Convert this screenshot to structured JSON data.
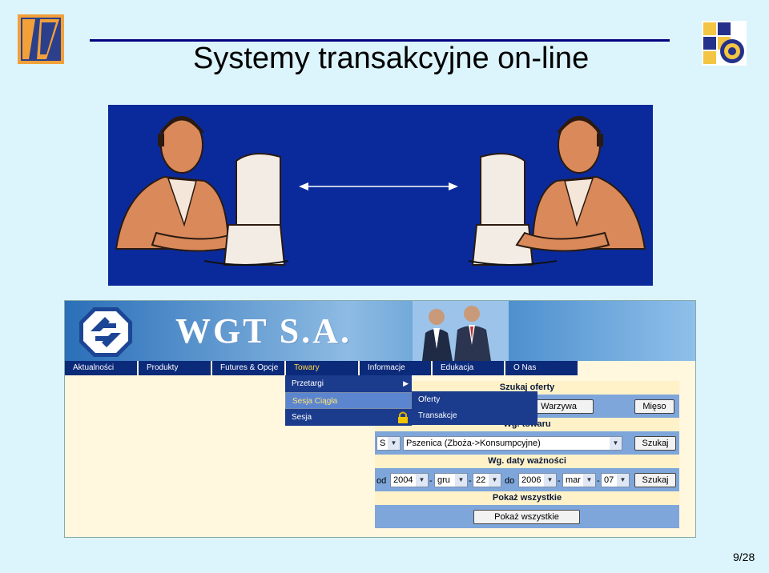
{
  "slide": {
    "title": "Systemy transakcyjne on-line",
    "page_number": "9/28"
  },
  "screenshot": {
    "brand": "WGT S.A.",
    "nav": [
      "Aktualności",
      "Produkty",
      "Futures & Opcje",
      "Towary",
      "Informacje",
      "Edukacja",
      "O Nas"
    ],
    "nav_active": "Towary",
    "menu": [
      "Przetargi",
      "Sesja Ciągła",
      "Sesja"
    ],
    "submenu": [
      "Oferty",
      "Transakcje"
    ],
    "panel": {
      "header_search": "Szukaj oferty",
      "btn_vegetables": "Warzywa",
      "btn_meat": "Mięso",
      "header_product": "Wg. towaru",
      "product_prefix": "S",
      "product_value": "Pszenica (Zboża->Konsumpcyjne)",
      "btn_search1": "Szukaj",
      "header_date": "Wg. daty ważności",
      "label_from": "od",
      "from_year": "2004",
      "from_month": "gru",
      "from_day": "22",
      "label_to": "do",
      "to_year": "2006",
      "to_month": "mar",
      "to_day": "07",
      "dash": "-",
      "btn_search2": "Szukaj",
      "header_all": "Pokaż wszystkie",
      "btn_show_all": "Pokaż wszystkie"
    }
  },
  "colors": {
    "slide_bg": "#dcf4fb",
    "title_rule": "#000080",
    "illustration_bg": "#0a2a9c",
    "nav_bg": "#0c2a7a",
    "panel_bg": "#7ea6da"
  },
  "icons": [
    "company-logo-icon",
    "university-logo-icon",
    "wgt-logo-icon",
    "submenu-arrow-icon",
    "lock-icon",
    "dropdown-arrow-icon",
    "double-arrow-icon"
  ]
}
